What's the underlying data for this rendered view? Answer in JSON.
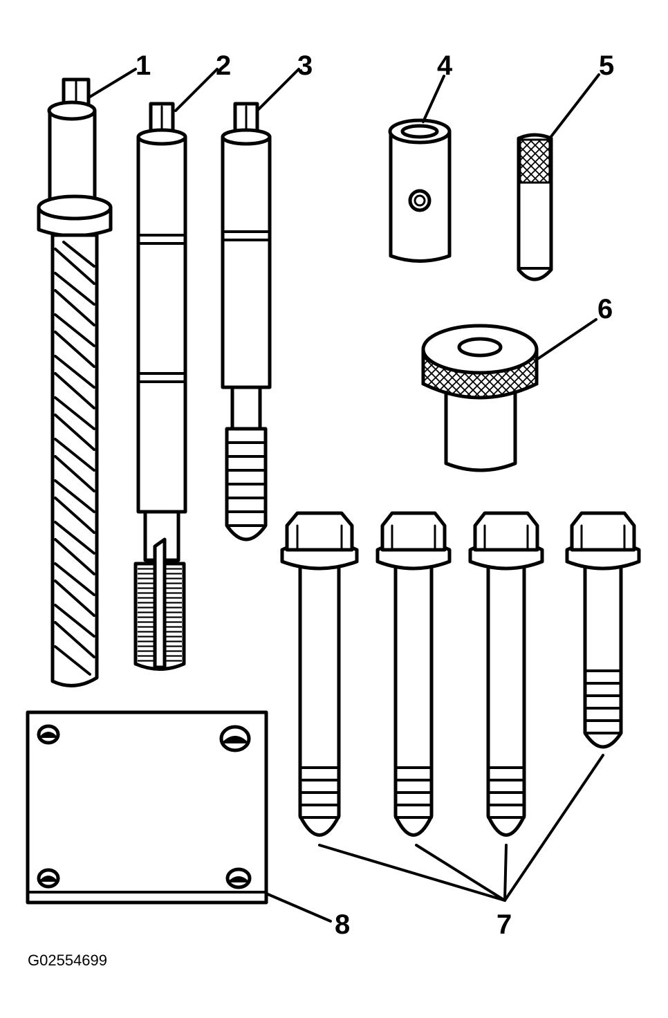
{
  "callouts": {
    "c1": "1",
    "c2": "2",
    "c3": "3",
    "c4": "4",
    "c5": "5",
    "c6": "6",
    "c7": "7",
    "c8": "8"
  },
  "figure_id": "G02554699"
}
